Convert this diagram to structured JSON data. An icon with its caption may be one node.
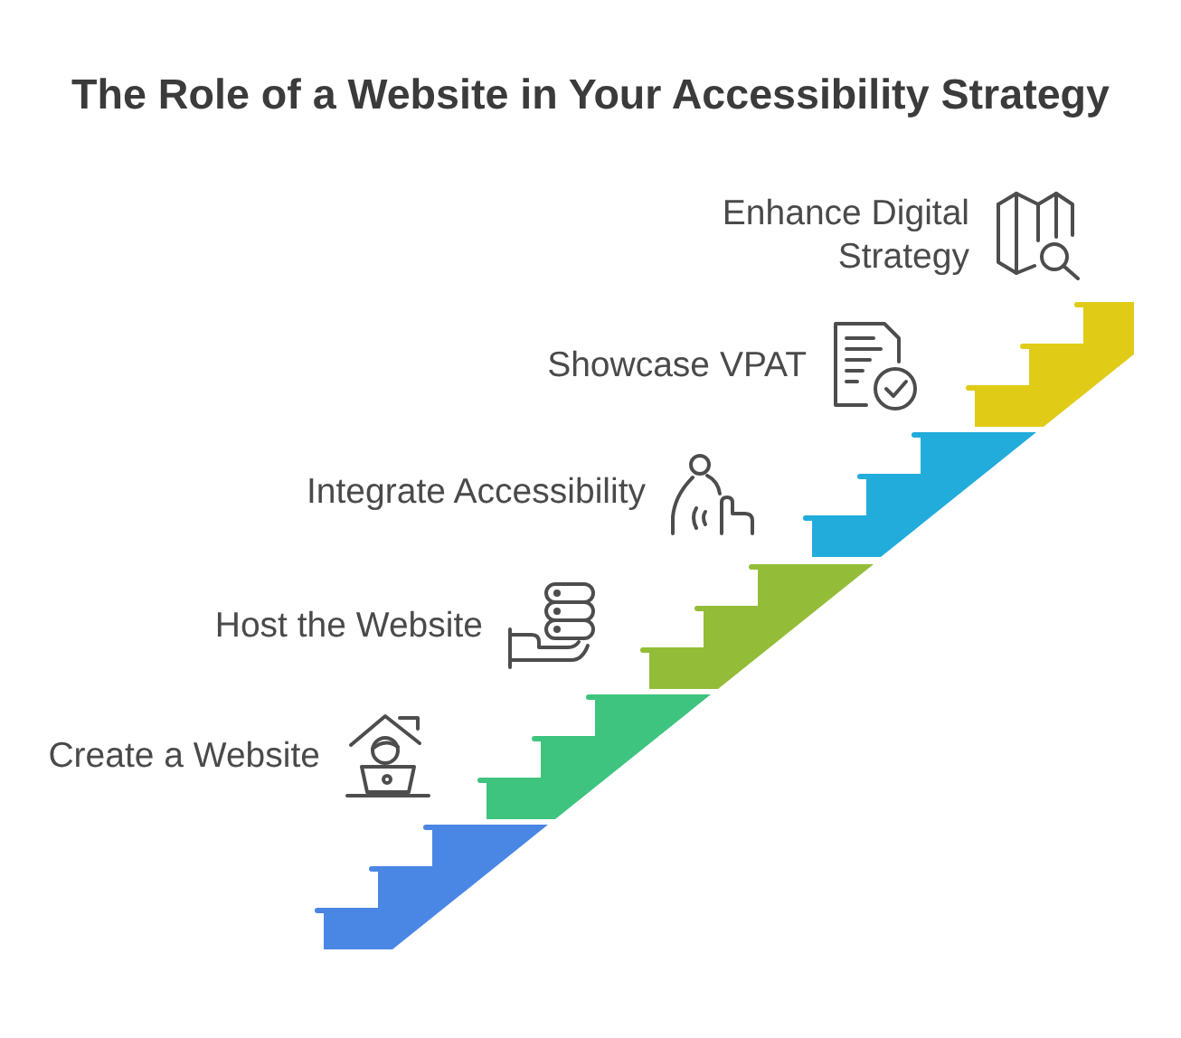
{
  "diagram": {
    "title": "The Role of a Website in Your Accessibility Strategy",
    "nodes": [
      {
        "text": [],
        "shape": "stairs",
        "beside": [
          "Create a Website"
        ]
      },
      {
        "text": [],
        "shape": "stairs",
        "beside": [
          "Host the Website"
        ]
      },
      {
        "text": [],
        "shape": "stairs",
        "beside": [
          "Integrate Accessibility"
        ]
      },
      {
        "text": [],
        "shape": "stairs",
        "beside": [
          "Showcase VPAT"
        ]
      },
      {
        "text": [],
        "shape": "stairs",
        "beside": [
          "Enhance Digital Strategy"
        ]
      }
    ]
  }
}
